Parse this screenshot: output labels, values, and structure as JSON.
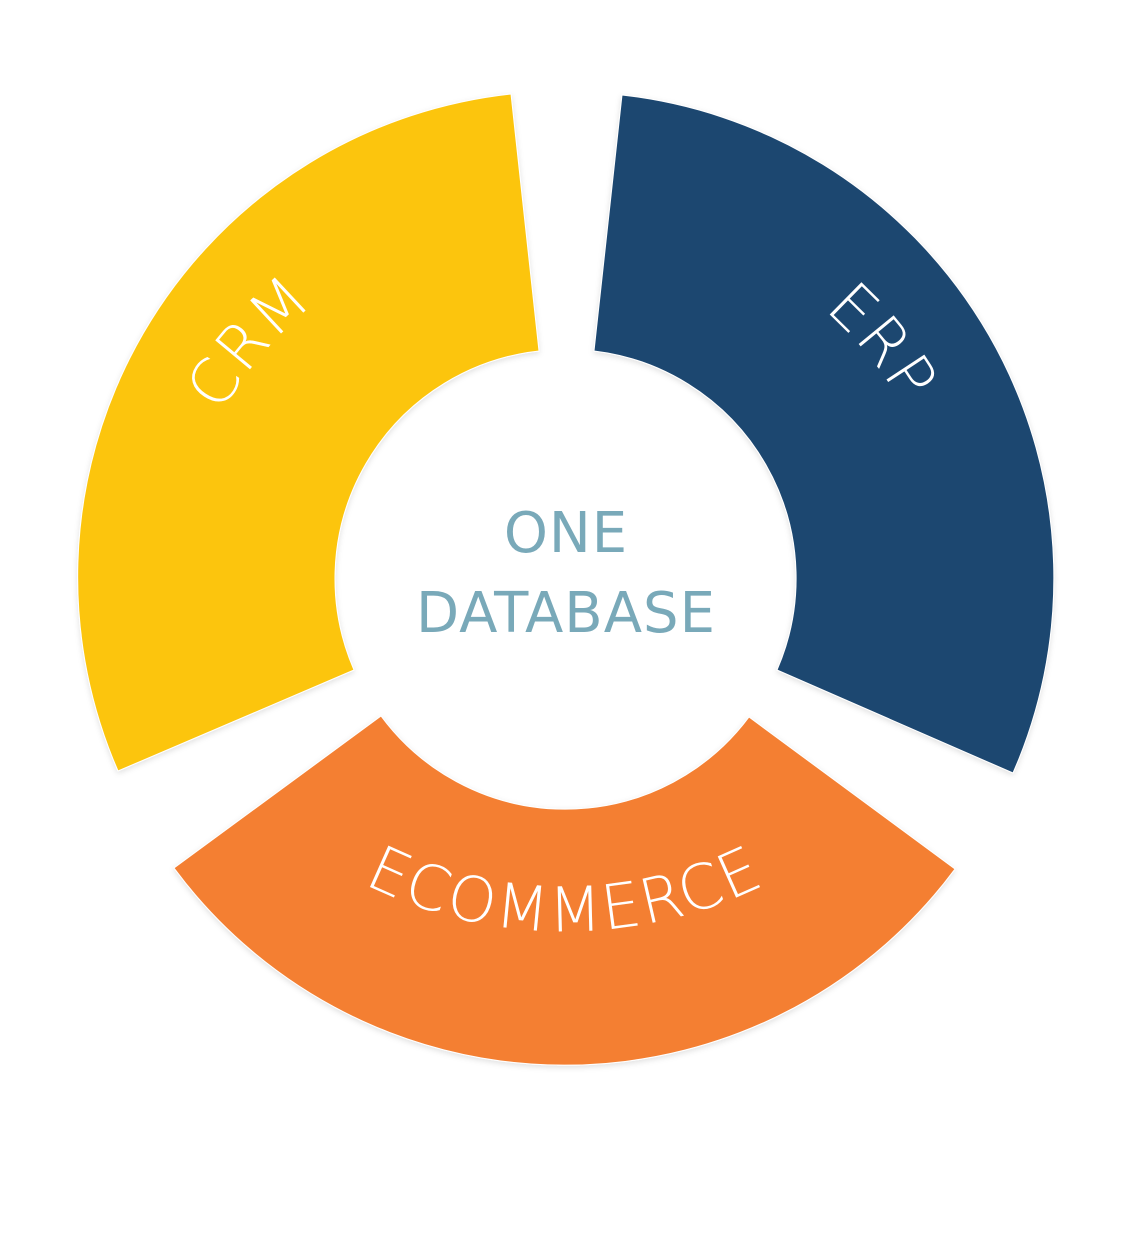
{
  "diagram": {
    "center": {
      "line1": "ONE",
      "line2": "DATABASE",
      "color": "#79a9b9"
    },
    "segments": [
      {
        "id": "crm",
        "label": "CRM",
        "color": "#fcc510"
      },
      {
        "id": "erp",
        "label": "ERP",
        "color": "#1b4670"
      },
      {
        "id": "ecommerce",
        "label": "ECOMMERCE",
        "color": "#f47f30"
      }
    ],
    "label_color": "#ffffff",
    "background": "#ffffff"
  }
}
